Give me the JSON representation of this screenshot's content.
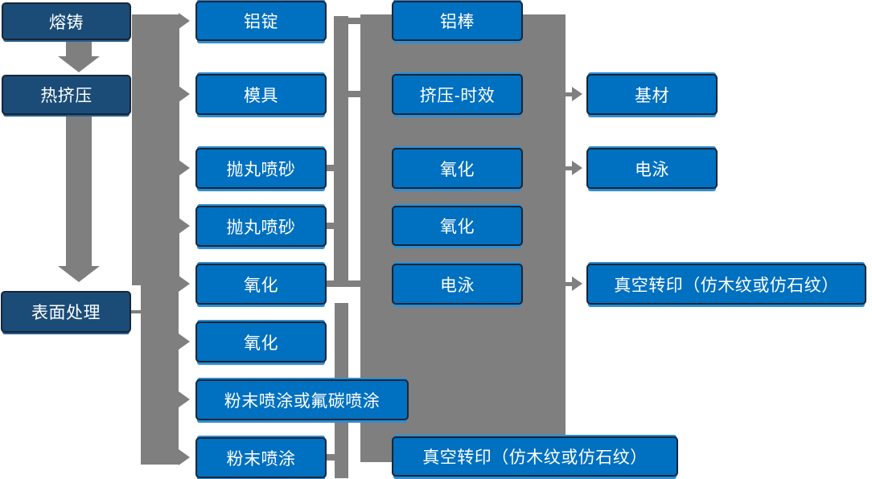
{
  "diagram": {
    "type": "flowchart",
    "description": "Aluminum profile production process flow: casting, hot extrusion and surface treatment branches",
    "colors": {
      "navy_box": "#1B4C78",
      "blue_box": "#0070C0",
      "blue_box_shadow": "#2E8ED2",
      "connector_gray": "#7F7F7F",
      "box_border": "#172638",
      "text": "#FFFFFF",
      "background": "#FFFFFF"
    },
    "nodes": {
      "melting": "熔铸",
      "hot_extrusion": "热挤压",
      "surface_treatment": "表面处理",
      "aluminum_ingot": "铝锭",
      "mold": "模具",
      "shot_blasting_1": "抛丸喷砂",
      "shot_blasting_2": "抛丸喷砂",
      "oxidation_col2_1": "氧化",
      "oxidation_col2_2": "氧化",
      "powder_or_fluorocarbon_coating": "粉末喷涂或氟碳喷涂",
      "powder_coating": "粉末喷涂",
      "aluminum_rod": "铝棒",
      "extrusion_aging": "挤压-时效",
      "oxidation_col3_1": "氧化",
      "oxidation_col3_2": "氧化",
      "electrophoresis_col3": "电泳",
      "vacuum_transfer_col3": "真空转印（仿木纹或仿石纹）",
      "base_material": "基材",
      "electrophoresis_col4": "电泳",
      "vacuum_transfer_col4": "真空转印（仿木纹或仿石纹）"
    },
    "edges": [
      {
        "from": "melting",
        "to": "hot_extrusion"
      },
      {
        "from": "hot_extrusion",
        "to": "surface_treatment"
      },
      {
        "from": "melting",
        "to": "aluminum_ingot"
      },
      {
        "from": "hot_extrusion",
        "to": "mold"
      },
      {
        "from": "hot_extrusion",
        "to": "shot_blasting_1"
      },
      {
        "from": "hot_extrusion",
        "to": "shot_blasting_2"
      },
      {
        "from": "hot_extrusion",
        "to": "oxidation_col2_1"
      },
      {
        "from": "surface_treatment",
        "to": "oxidation_col2_2"
      },
      {
        "from": "surface_treatment",
        "to": "powder_or_fluorocarbon_coating"
      },
      {
        "from": "surface_treatment",
        "to": "powder_coating"
      },
      {
        "from": "aluminum_ingot",
        "to": "aluminum_rod"
      },
      {
        "from": "mold",
        "to": "extrusion_aging"
      },
      {
        "from": "oxidation_col2_1",
        "to": "electrophoresis_col3"
      },
      {
        "from": "extrusion_aging",
        "to": "base_material"
      },
      {
        "from": "oxidation_col3_1",
        "to": "electrophoresis_col4"
      },
      {
        "from": "electrophoresis_col3",
        "to": "vacuum_transfer_col4"
      },
      {
        "from": "powder_coating",
        "to": "vacuum_transfer_col3"
      }
    ]
  }
}
